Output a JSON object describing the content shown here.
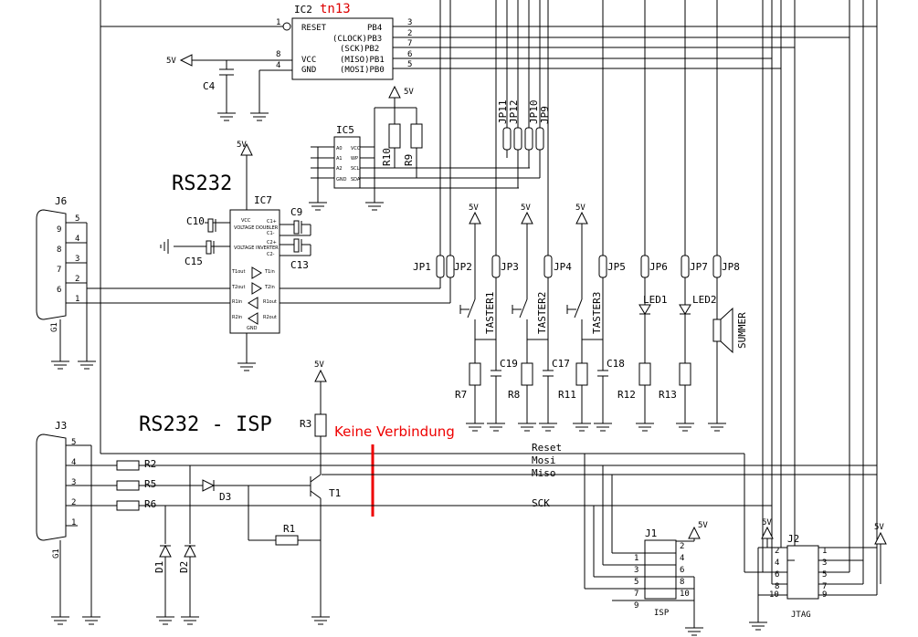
{
  "ic2": {
    "name": "IC2",
    "type": "tn13",
    "pins_left": [
      "RESET",
      "VCC",
      "GND"
    ],
    "pins_right": [
      "PB4",
      "(CLOCK)PB3",
      "(SCK)PB2",
      "(MISO)PB1",
      "(MOSI)PB0"
    ],
    "pin_nums_left": [
      "1",
      "8",
      "4"
    ],
    "pin_nums_right": [
      "3",
      "2",
      "7",
      "6",
      "5"
    ]
  },
  "labels": {
    "v5": "5V",
    "c4": "C4",
    "ic5": "IC5",
    "r10": "R10",
    "r9": "R9",
    "rs232": "RS232",
    "ic7": "IC7",
    "c10": "C10",
    "c9": "C9",
    "c15": "C15",
    "c13": "C13",
    "j6": "J6",
    "g1": "G1",
    "j3": "J3",
    "jp1": "JP1",
    "jp2": "JP2",
    "jp3": "JP3",
    "jp4": "JP4",
    "jp5": "JP5",
    "jp6": "JP6",
    "jp7": "JP7",
    "jp8": "JP8",
    "jp9": "JP9",
    "jp10": "JP10",
    "jp11": "JP11",
    "jp12": "JP12",
    "taster1": "TASTER1",
    "taster2": "TASTER2",
    "taster3": "TASTER3",
    "led1": "LED1",
    "led2": "LED2",
    "summer": "SUMMER",
    "c19": "C19",
    "c17": "C17",
    "c18": "C18",
    "r7": "R7",
    "r8": "R8",
    "r11": "R11",
    "r12": "R12",
    "r13": "R13",
    "rs232isp": "RS232 - ISP",
    "r3": "R3",
    "keine": "Keine Verbindung",
    "r2": "R2",
    "r5": "R5",
    "r6": "R6",
    "d3": "D3",
    "t1": "T1",
    "r1": "R1",
    "d1": "D1",
    "d2": "D2",
    "reset": "Reset",
    "mosi": "Mosi",
    "miso": "Miso",
    "sck": "SCK",
    "j1": "J1",
    "isp": "ISP",
    "j2": "J2",
    "jtag": "JTAG"
  },
  "ic7_pins": {
    "vcc": "VCC",
    "vdbl": "VOLTAGE DOUBLER",
    "vinv": "VOLTAGE INVERTER",
    "gnd": "GND",
    "t1out": "T1out",
    "t2out": "T2out",
    "r1in": "R1in",
    "r2in": "R2in",
    "t1in": "T1in",
    "t2in": "T2in",
    "r1out": "R1out",
    "r2out": "R2out",
    "cp": "C1+",
    "cm": "C1-",
    "c2p": "C2+",
    "c2m": "C2-"
  },
  "ic5_pins": {
    "a0": "A0",
    "a1": "A1",
    "a2": "A2",
    "gnd": "GND",
    "vcc": "VCC",
    "wp": "WP",
    "scl": "SCL",
    "sda": "SDA"
  },
  "j1_pins_left": [
    "1",
    "3",
    "5",
    "7",
    "9"
  ],
  "j1_pins_right": [
    "2",
    "4",
    "6",
    "8",
    "10"
  ],
  "j2_pins_left": [
    "2",
    "4",
    "6",
    "8",
    "10"
  ],
  "j2_pins_right": [
    "1",
    "3",
    "5",
    "7",
    "9"
  ],
  "db9_pins": [
    "5",
    "4",
    "3",
    "2",
    "1",
    "9",
    "8",
    "7",
    "6"
  ]
}
